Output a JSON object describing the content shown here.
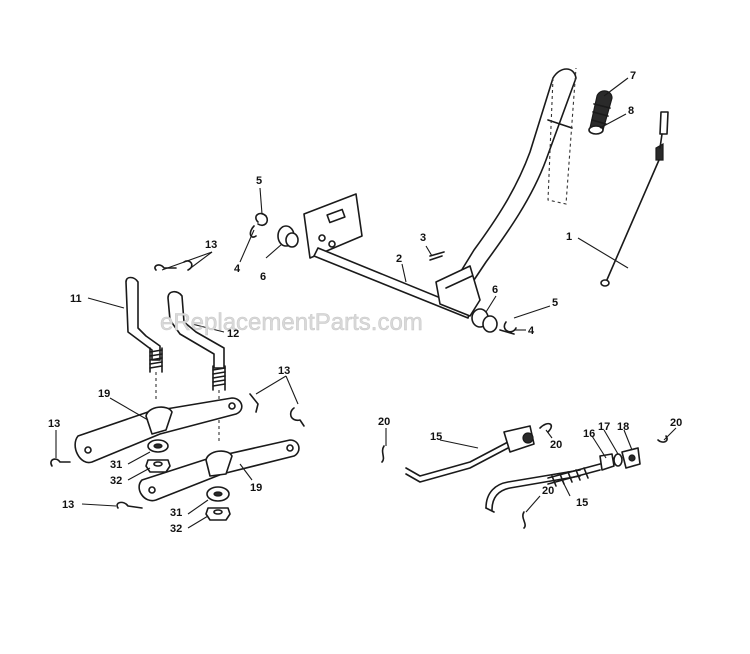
{
  "watermark": "eReplacementParts.com",
  "callouts": [
    {
      "id": "c-1",
      "label": "1"
    },
    {
      "id": "c-2",
      "label": "2"
    },
    {
      "id": "c-3",
      "label": "3"
    },
    {
      "id": "c-4a",
      "label": "4"
    },
    {
      "id": "c-4b",
      "label": "4"
    },
    {
      "id": "c-5a",
      "label": "5"
    },
    {
      "id": "c-5b",
      "label": "5"
    },
    {
      "id": "c-6a",
      "label": "6"
    },
    {
      "id": "c-6b",
      "label": "6"
    },
    {
      "id": "c-7",
      "label": "7"
    },
    {
      "id": "c-8",
      "label": "8"
    },
    {
      "id": "c-11",
      "label": "11"
    },
    {
      "id": "c-12",
      "label": "12"
    },
    {
      "id": "c-13a",
      "label": "13"
    },
    {
      "id": "c-13b",
      "label": "13"
    },
    {
      "id": "c-13c",
      "label": "13"
    },
    {
      "id": "c-13d",
      "label": "13"
    },
    {
      "id": "c-15a",
      "label": "15"
    },
    {
      "id": "c-15b",
      "label": "15"
    },
    {
      "id": "c-16",
      "label": "16"
    },
    {
      "id": "c-17",
      "label": "17"
    },
    {
      "id": "c-18",
      "label": "18"
    },
    {
      "id": "c-19a",
      "label": "19"
    },
    {
      "id": "c-19b",
      "label": "19"
    },
    {
      "id": "c-20a",
      "label": "20"
    },
    {
      "id": "c-20b",
      "label": "20"
    },
    {
      "id": "c-20c",
      "label": "20"
    },
    {
      "id": "c-20d",
      "label": "20"
    },
    {
      "id": "c-31a",
      "label": "31"
    },
    {
      "id": "c-31b",
      "label": "31"
    },
    {
      "id": "c-32a",
      "label": "32"
    },
    {
      "id": "c-32b",
      "label": "32"
    }
  ]
}
